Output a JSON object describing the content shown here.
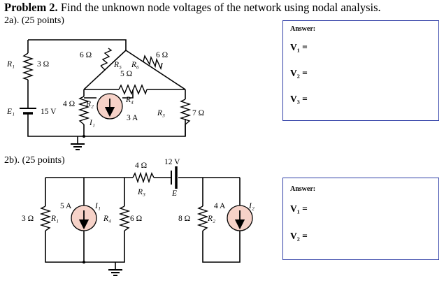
{
  "problem": {
    "label": "Problem 2.",
    "statement": "Find the unknown node voltages of the network using nodal analysis."
  },
  "part_a": {
    "label": "2a). (25 points)",
    "answer_title": "Answer:",
    "answers": [
      "V₁ =",
      "V₂ =",
      "V₃ ="
    ],
    "labels": {
      "R1": "R₁",
      "R1_val": "3 Ω",
      "R5_val": "6 Ω",
      "R5": "R₅",
      "R6": "R₆",
      "R6_val": "6 Ω",
      "R4_val": "5 Ω",
      "R4": "R₄",
      "R2_val": "4 Ω",
      "R2": "R₂",
      "E1": "E₁",
      "E1_val": "15 V",
      "I1": "I₁",
      "I1_val": "3 A",
      "R3": "R₃",
      "R3_val": "7 Ω"
    }
  },
  "part_b": {
    "label": "2b). (25 points)",
    "answer_title": "Answer:",
    "answers": [
      "V₁ =",
      "V₂ ="
    ],
    "labels": {
      "R3_val": "4 Ω",
      "R3": "R₃",
      "E_val": "12 V",
      "E": "E",
      "I1_val": "5 A",
      "I1": "I₁",
      "R1_val": "3 Ω",
      "R1": "R₁",
      "R4": "R₄",
      "R4_val": "6 Ω",
      "R2_val": "8 Ω",
      "R2": "R₂",
      "I2_val": "4 A",
      "I2": "I₂"
    }
  }
}
